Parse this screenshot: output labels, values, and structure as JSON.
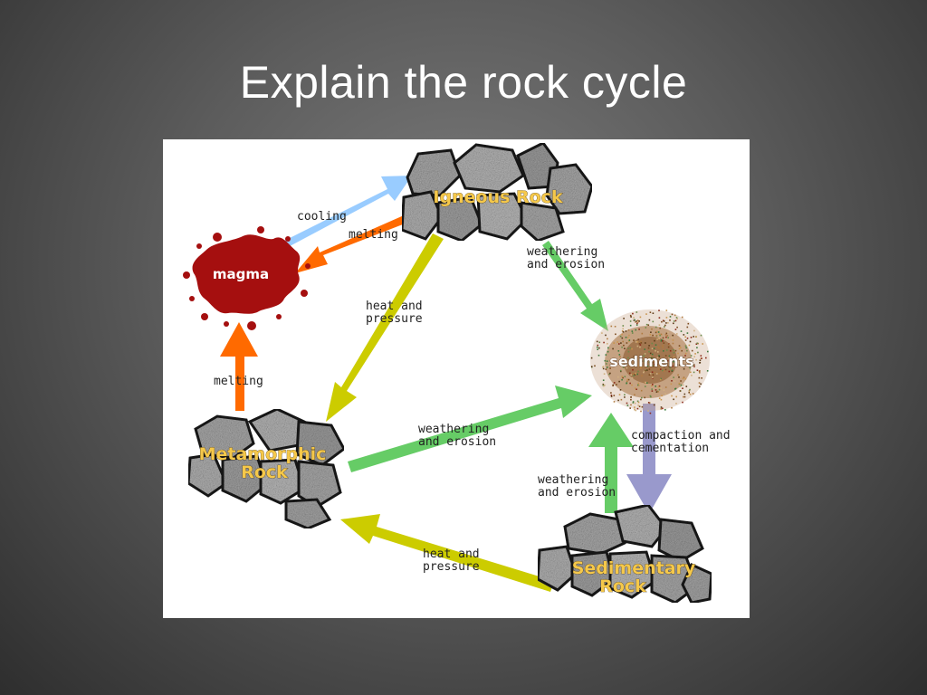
{
  "slide": {
    "title": "Explain the rock cycle"
  },
  "diagram": {
    "nodes": {
      "igneous": "Igneous Rock",
      "magma": "magma",
      "sediments": "sediments",
      "metamorphic_1": "Metamorphic",
      "metamorphic_2": "Rock",
      "sedimentary_1": "Sedimentary",
      "sedimentary_2": "Rock"
    },
    "labels": {
      "cooling": "cooling",
      "melting_top": "melting",
      "weathering_top_1": "weathering",
      "weathering_top_2": "and erosion",
      "heat_left_1": "heat and",
      "heat_left_2": "pressure",
      "melting_left": "melting",
      "weathering_mid_1": "weathering",
      "weathering_mid_2": "and erosion",
      "compaction_1": "compaction and",
      "compaction_2": "cementation",
      "weathering_low_1": "weathering",
      "weathering_low_2": "and erosion",
      "heat_bottom_1": "heat and",
      "heat_bottom_2": "pressure"
    },
    "colors": {
      "cooling": "#99ccff",
      "melting": "#ff6a00",
      "heat_pressure": "#cccc00",
      "weathering": "#66cc66",
      "compaction": "#9999cc",
      "magma": "#a50f0f",
      "rock": "#a8a8a8",
      "rock_outline": "#1a1a1a"
    }
  }
}
